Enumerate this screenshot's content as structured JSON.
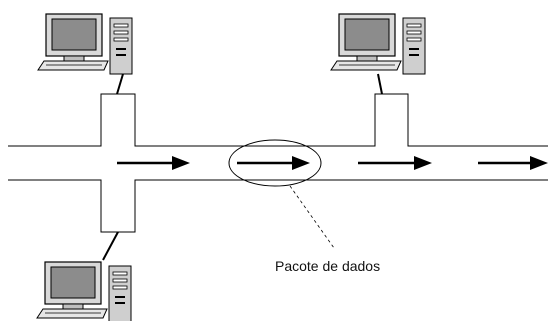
{
  "diagram": {
    "annotation": "Pacote de dados",
    "nodes": [
      {
        "id": "computer-top-left",
        "icon": "desktop-computer-icon"
      },
      {
        "id": "computer-top-right",
        "icon": "desktop-computer-icon"
      },
      {
        "id": "computer-bottom-left",
        "icon": "desktop-computer-icon"
      }
    ],
    "packet_arrows": 4,
    "colors": {
      "line": "#000000",
      "monitor_frame": "#d9d9d9",
      "monitor_screen": "#8c8c8c",
      "tower": "#cfcfcf",
      "background": "#ffffff"
    }
  }
}
